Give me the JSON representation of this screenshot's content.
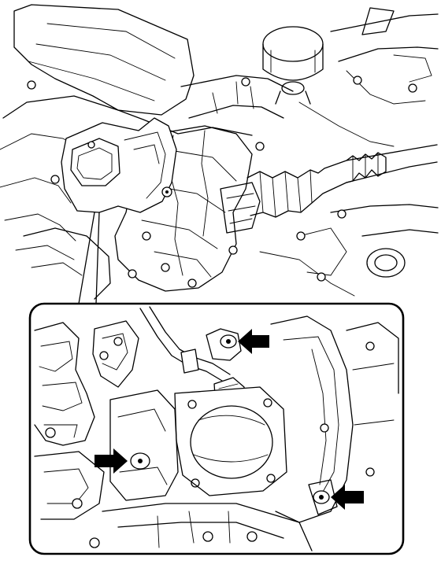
{
  "figure": {
    "kind": "technical-illustration",
    "subject": "transaxle-mounted-component-removal",
    "inset": "detail-callout",
    "arrows": [
      {
        "name": "upper-bolt",
        "direction": "left"
      },
      {
        "name": "left-bolt",
        "direction": "right"
      },
      {
        "name": "right-bolt",
        "direction": "left"
      }
    ],
    "colors": {
      "line": "#000000",
      "background": "#ffffff"
    }
  }
}
